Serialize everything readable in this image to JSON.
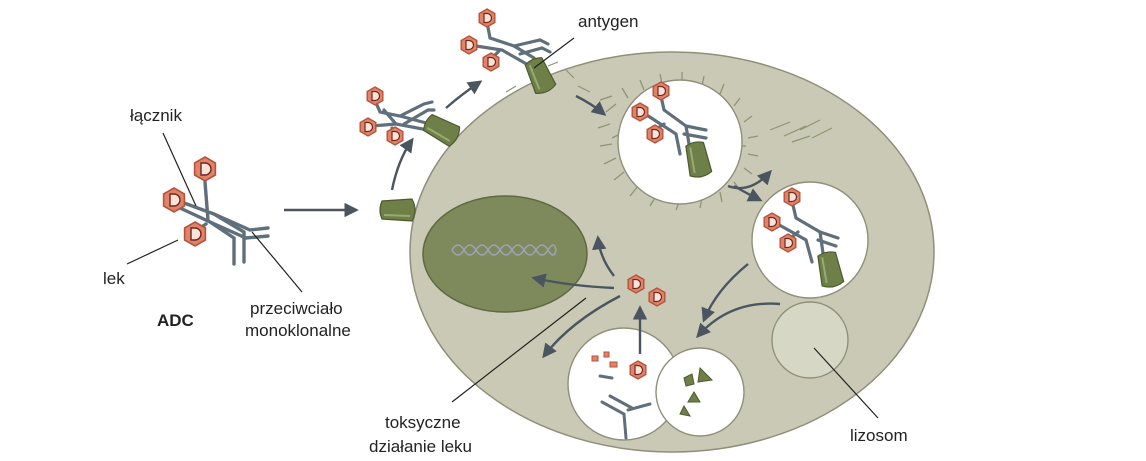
{
  "labels": {
    "linker": "łącznik",
    "drug": "lek",
    "adc": "ADC",
    "antibody_line1": "przeciwciało",
    "antibody_line2": "monoklonalne",
    "antigen": "antygen",
    "toxic_line1": "toksyczne",
    "toxic_line2": "działanie leku",
    "lysosome": "lizosom"
  },
  "drug_symbol": "D",
  "colors": {
    "cell_fill": "#c9c9b5",
    "nucleus_fill": "#7f8a5c",
    "antibody": "#5f6f7b",
    "drug_fill": "#e0836a",
    "drug_stroke": "#b5533a",
    "receptor": "#6f7f48",
    "arrow": "#4a5560",
    "vesicle": "#ffffff"
  }
}
